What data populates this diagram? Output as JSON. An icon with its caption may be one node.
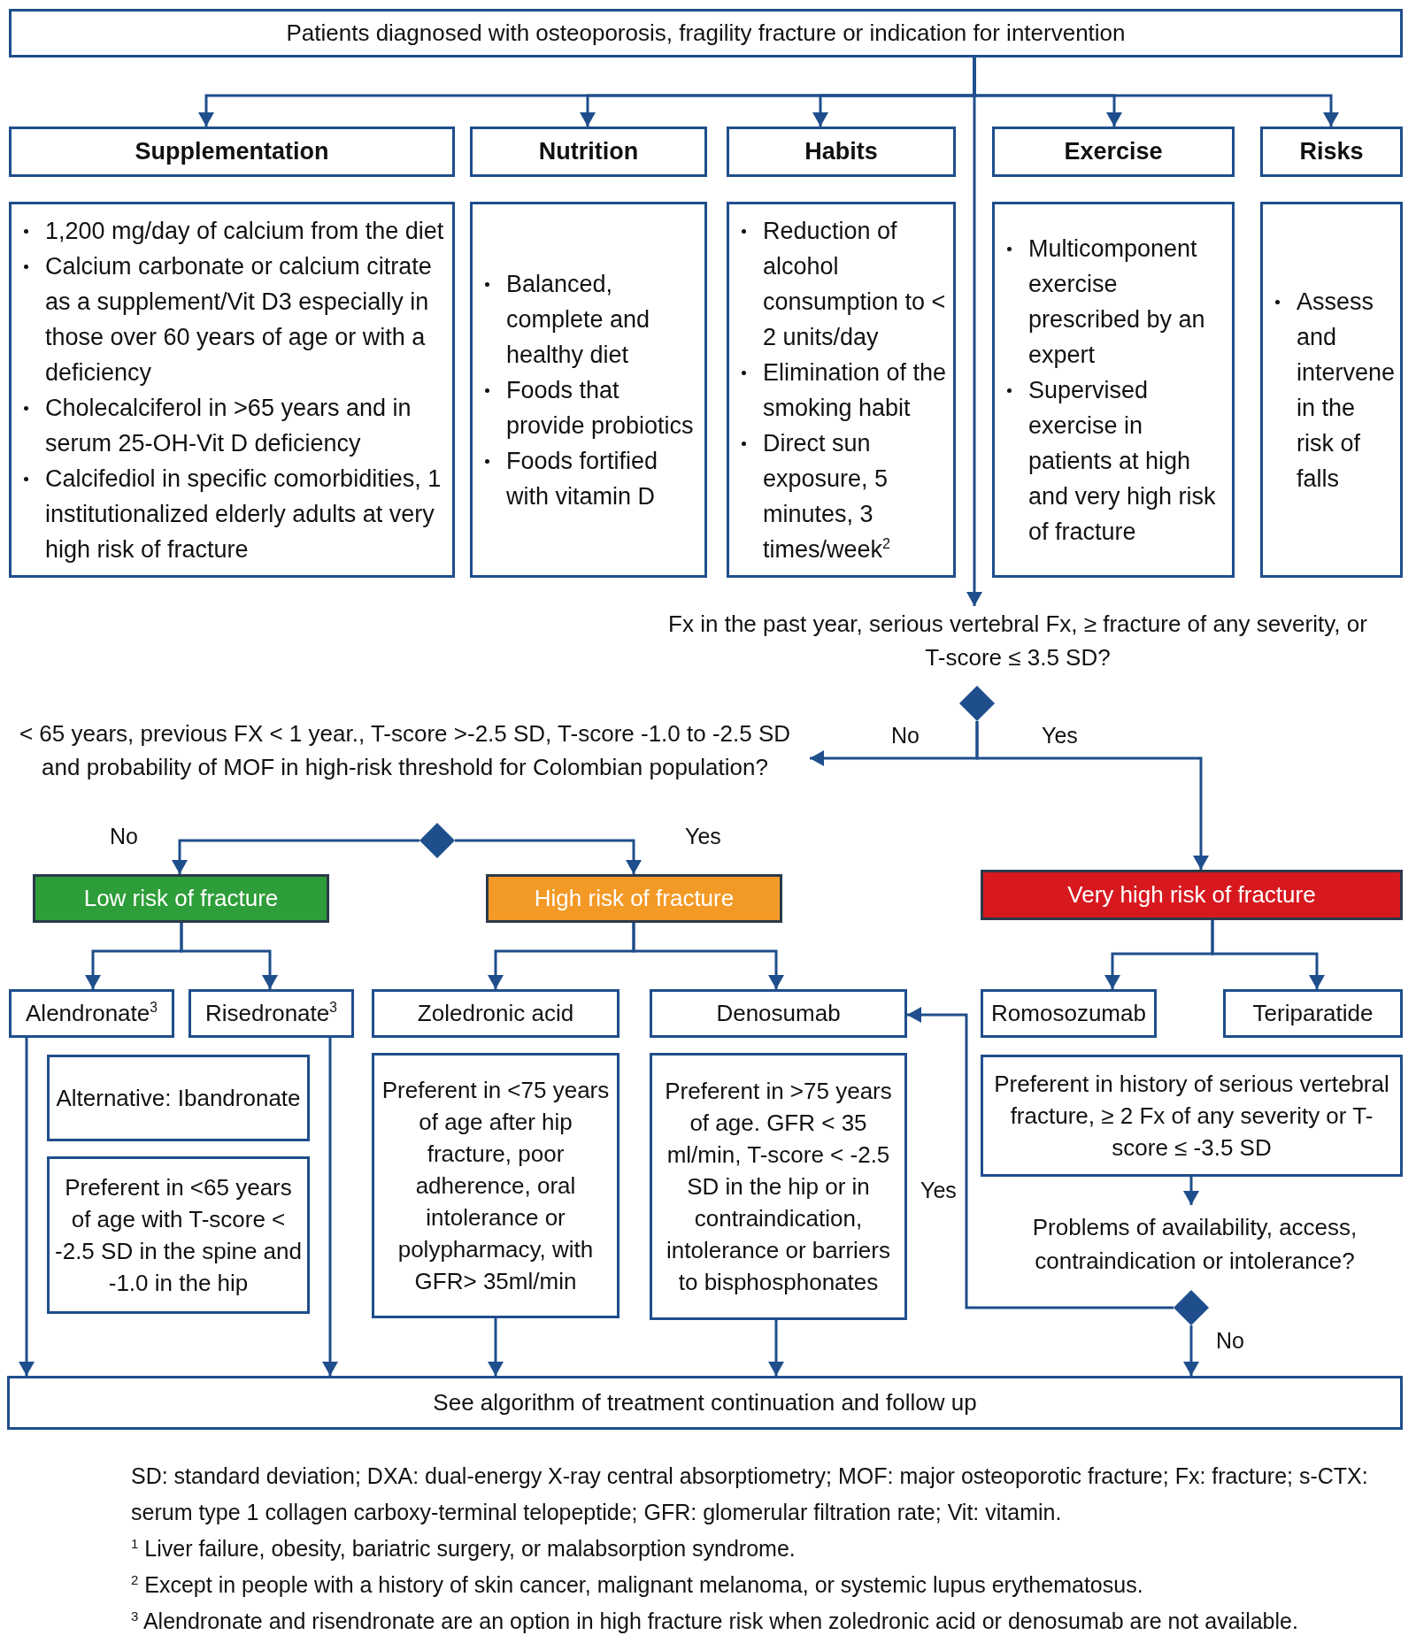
{
  "diagram": {
    "nodes": [
      {
        "text": [
          "Patients diagnosed with osteoporosis, fragility fracture or indication for intervention"
        ]
      },
      {
        "text": [
          "Supplementation"
        ]
      },
      {
        "text": [
          "Nutrition"
        ]
      },
      {
        "text": [
          "Habits"
        ]
      },
      {
        "text": [
          "Exercise"
        ]
      },
      {
        "text": [
          "Risks"
        ]
      },
      {
        "text": [
          "1,200 mg/day of calcium from the diet",
          "Calcium carbonate or calcium citrate as a supplement/Vit D3 especially in those over 60 years of age or with a deficiency",
          "Cholecalciferol in >65 years and in serum 25-OH-Vit D deficiency",
          "Calcifediol in specific comorbidities, 1 institutionalized elderly adults at very high risk of fracture"
        ]
      },
      {
        "text": [
          "Balanced, complete and healthy diet",
          "Foods that provide probiotics",
          "Foods fortified with vitamin D"
        ]
      },
      {
        "text": [
          "Reduction of alcohol consumption to < 2 units/day",
          "Elimination of the smoking habit",
          "Direct sun exposure, 5 minutes, 3 times/week$^{2}$"
        ]
      },
      {
        "text": [
          "Multicomponent exercise prescribed by an expert",
          "Supervised exercise in patients at high and very high risk of fracture"
        ]
      },
      {
        "text": [
          "Assess and intervene in the risk of falls"
        ]
      },
      {
        "text": [
          "Fx in the past year, serious vertebral Fx, ≥ fracture of any severity, or T-score ≤ 3.5 SD?"
        ]
      },
      {
        "text": [],
        "shape": "diamond"
      },
      {
        "text": [
          "< 65 years, previous FX < 1 year., T-score >-2.5 SD, T-score -1.0 to -2.5 SD and probability of MOF in high-risk threshold for Colombian population?"
        ]
      },
      {
        "text": [],
        "shape": "diamond"
      },
      {
        "text": [
          "Low risk of fracture"
        ]
      },
      {
        "text": [
          "High risk of fracture"
        ]
      },
      {
        "text": [
          "Very high risk of fracture"
        ]
      },
      {
        "text": [
          "Alendronate$^{3}$"
        ]
      },
      {
        "text": [
          "Risedronate$^{3}$"
        ]
      },
      {
        "text": [
          "Zoledronic acid"
        ]
      },
      {
        "text": [
          "Denosumab"
        ]
      },
      {
        "text": [
          "Romosozumab"
        ]
      },
      {
        "text": [
          "Teriparatide"
        ]
      },
      {
        "text": [
          "Alternative: Ibandronate"
        ]
      },
      {
        "text": [
          "Preferent in <65 years of age with T-score < -2.5 SD in the spine and -1.0 in the hip"
        ]
      },
      {
        "text": [
          "Preferent in <75 years of age after hip fracture, poor adherence, oral intolerance or polypharmacy, with GFR> 35ml/min"
        ]
      },
      {
        "text": [
          "Preferent in >75 years of age. GFR < 35 ml/min, T-score < -2.5 SD in the hip or in contraindication, intolerance or barriers to bisphosphonates"
        ]
      },
      {
        "text": [
          "Preferent in history of serious vertebral fracture, ≥ 2 Fx of any severity or T-score ≤ -3.5 SD"
        ]
      },
      {
        "text": [
          "Problems of availability, access, contraindication or intolerance?"
        ]
      },
      {
        "text": [],
        "shape": "diamond"
      },
      {
        "text": [
          "See algorithm of treatment continuation and follow up"
        ]
      }
    ],
    "edges": [
      {
        "from": 0,
        "to": 1,
        "arrow": "to"
      },
      {
        "from": 0,
        "to": 2,
        "arrow": "to"
      },
      {
        "from": 0,
        "to": 3,
        "arrow": "to"
      },
      {
        "from": 0,
        "to": 4,
        "arrow": "to"
      },
      {
        "from": 0,
        "to": 5,
        "arrow": "to"
      },
      {
        "from": 0,
        "to": 11,
        "arrow": "to"
      },
      {
        "from": 12,
        "to": 13,
        "arrow": "to",
        "label": "No"
      },
      {
        "from": 12,
        "to": 17,
        "arrow": "to",
        "label": "Yes"
      },
      {
        "from": 14,
        "to": 15,
        "arrow": "to",
        "label": "No"
      },
      {
        "from": 14,
        "to": 16,
        "arrow": "to",
        "label": "Yes"
      },
      {
        "from": 15,
        "to": 18,
        "arrow": "to"
      },
      {
        "from": 15,
        "to": 19,
        "arrow": "to"
      },
      {
        "from": 16,
        "to": 20,
        "arrow": "to"
      },
      {
        "from": 16,
        "to": 21,
        "arrow": "to"
      },
      {
        "from": 17,
        "to": 22,
        "arrow": "to"
      },
      {
        "from": 17,
        "to": 23,
        "arrow": "to"
      },
      {
        "from": 18,
        "to": 31,
        "arrow": "to"
      },
      {
        "from": 19,
        "to": 31,
        "arrow": "to"
      },
      {
        "from": 26,
        "to": 31,
        "arrow": "to"
      },
      {
        "from": 27,
        "to": 31,
        "arrow": "to"
      },
      {
        "from": 28,
        "to": 29,
        "arrow": "to"
      },
      {
        "from": 30,
        "to": 21,
        "arrow": "to",
        "label": "Yes"
      },
      {
        "from": 30,
        "to": 31,
        "arrow": "to",
        "label": "No"
      }
    ],
    "labels": [
      "SD: standard deviation; DXA: dual-energy X-ray central absorptiometry; MOF: major osteoporotic fracture; Fx: fracture; s-CTX: serum type 1 collagen carboxy-terminal telopeptide; GFR: glomerular filtration rate; Vit: vitamin.",
      "$^{1}$ Liver failure, obesity, bariatric surgery, or malabsorption syndrome.",
      "$^{2}$ Except in people with a history of skin cancer, malignant melanoma, or systemic lupus erythematosus.",
      "$^{3}$ Alendronate and risendronate are an option in high fracture risk when zoledronic acid or denosumab are not available."
    ]
  }
}
